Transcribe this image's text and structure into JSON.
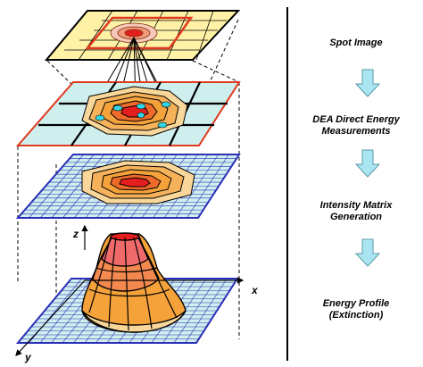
{
  "pipeline": {
    "steps": [
      {
        "line1": "Spot Image",
        "line2": ""
      },
      {
        "line1": "DEA Direct Energy",
        "line2": "Measurements"
      },
      {
        "line1": "Intensity Matrix",
        "line2": "Generation"
      },
      {
        "line1": "Energy Profile",
        "line2": "(Extinction)"
      }
    ],
    "arrow_color": "#a9e6f2"
  },
  "axes": {
    "x": "x",
    "y": "y",
    "z": "z"
  },
  "colors": {
    "plane_yellow": "#fff2a6",
    "grid_dark": "#000000",
    "grid_blue": "#2b2fb8",
    "plane_cyan": "#cfeeee",
    "border_red": "#e03a1e",
    "hot_red": "#e41e1e",
    "orange": "#f5a23a",
    "light_orange": "#f9d79a",
    "marker_cyan": "#33d6e6"
  }
}
